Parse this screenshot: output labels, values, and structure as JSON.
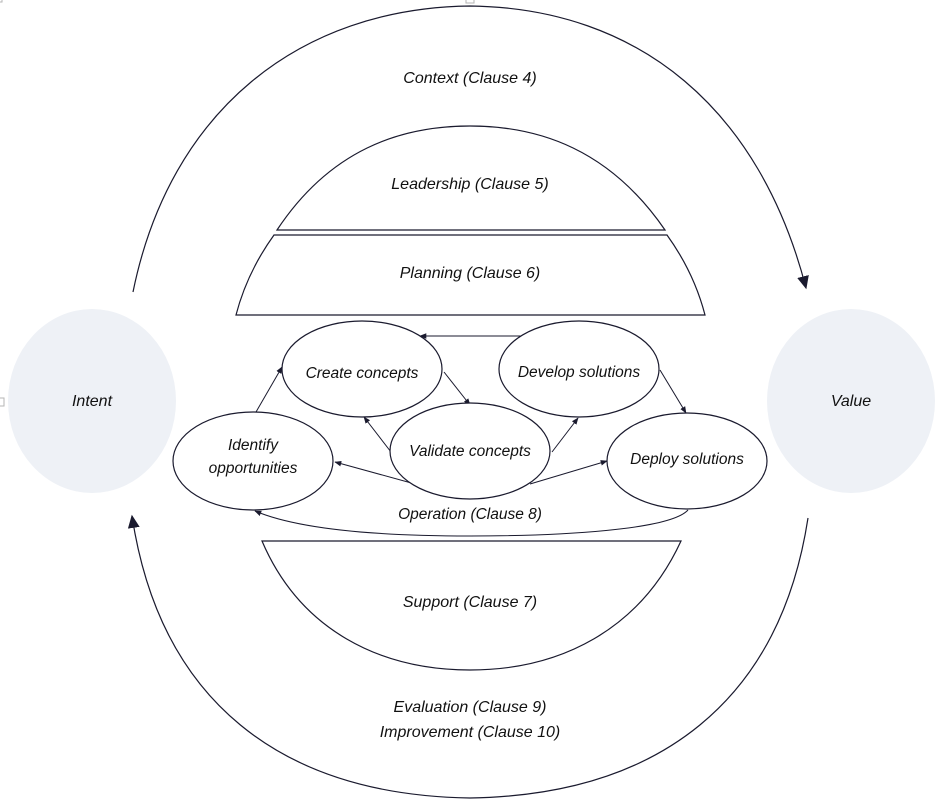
{
  "diagram": {
    "colors": {
      "endpoint_fill": "#eef1f6",
      "line": "#1a1a2e",
      "text": "#111111",
      "background": "#ffffff"
    },
    "endpoints": {
      "left": "Intent",
      "right": "Value"
    },
    "outer_arcs": {
      "top": "Context (Clause 4)",
      "bottom_line1": "Evaluation (Clause 9)",
      "bottom_line2": "Improvement (Clause 10)"
    },
    "bands": {
      "leadership": "Leadership (Clause 5)",
      "planning": "Planning (Clause 6)",
      "support": "Support (Clause 7)",
      "operation": "Operation (Clause 8)"
    },
    "process_nodes": {
      "identify_line1": "Identify",
      "identify_line2": "opportunities",
      "create": "Create concepts",
      "validate": "Validate concepts",
      "develop": "Develop solutions",
      "deploy": "Deploy solutions"
    },
    "flows": [
      {
        "from": "Identify opportunities",
        "to": "Create concepts"
      },
      {
        "from": "Create concepts",
        "to": "Validate concepts"
      },
      {
        "from": "Validate concepts",
        "to": "Create concepts"
      },
      {
        "from": "Validate concepts",
        "to": "Identify opportunities"
      },
      {
        "from": "Validate concepts",
        "to": "Develop solutions"
      },
      {
        "from": "Validate concepts",
        "to": "Deploy solutions"
      },
      {
        "from": "Develop solutions",
        "to": "Create concepts"
      },
      {
        "from": "Develop solutions",
        "to": "Deploy solutions"
      },
      {
        "from": "Deploy solutions",
        "to": "Identify opportunities"
      },
      {
        "from": "Intent",
        "to": "Value"
      },
      {
        "from": "Value",
        "to": "Intent"
      }
    ]
  }
}
